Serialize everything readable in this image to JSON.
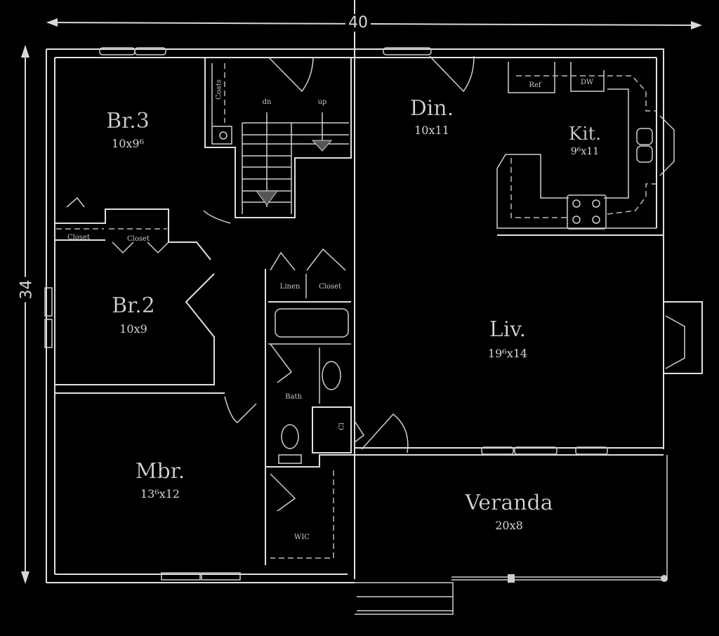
{
  "plan": {
    "overall_width": "40",
    "overall_depth": "34"
  },
  "rooms": [
    {
      "id": "br3",
      "name": "Br.3",
      "dims": "10x9⁶"
    },
    {
      "id": "din",
      "name": "Din.",
      "dims": "10x11"
    },
    {
      "id": "kit",
      "name": "Kit.",
      "dims": "9⁶x11"
    },
    {
      "id": "br2",
      "name": "Br.2",
      "dims": "10x9"
    },
    {
      "id": "liv",
      "name": "Liv.",
      "dims": "19⁶x14"
    },
    {
      "id": "mbr",
      "name": "Mbr.",
      "dims": "13⁶x12"
    },
    {
      "id": "veranda",
      "name": "Veranda",
      "dims": "20x8"
    }
  ],
  "small_labels": {
    "coats": "Coats",
    "dn": "dn",
    "up": "up",
    "ref": "Ref",
    "dw": "DW",
    "closet_br3": "Closet",
    "closet_br2": "Closet",
    "linen": "Linen",
    "closet_hall": "Closet",
    "bath": "Bath",
    "cl": "Cl",
    "wic": "WIC"
  }
}
